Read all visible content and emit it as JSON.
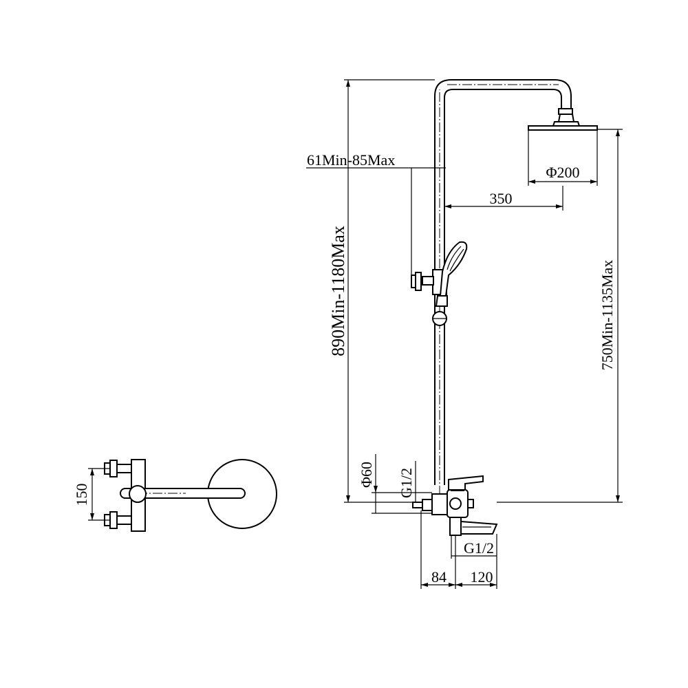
{
  "dimensions": {
    "total_height": "890Min-1180Max",
    "head_height": "750Min-1135Max",
    "wall_offset": "61Min-85Max",
    "head_diameter": "Φ200",
    "arm_reach": "350",
    "flange_diameter": "Φ60",
    "inlet_thread": "G1/2",
    "outlet_thread": "G1/2",
    "spout_offset": "84",
    "spout_length": "120",
    "inlet_spacing": "150"
  }
}
